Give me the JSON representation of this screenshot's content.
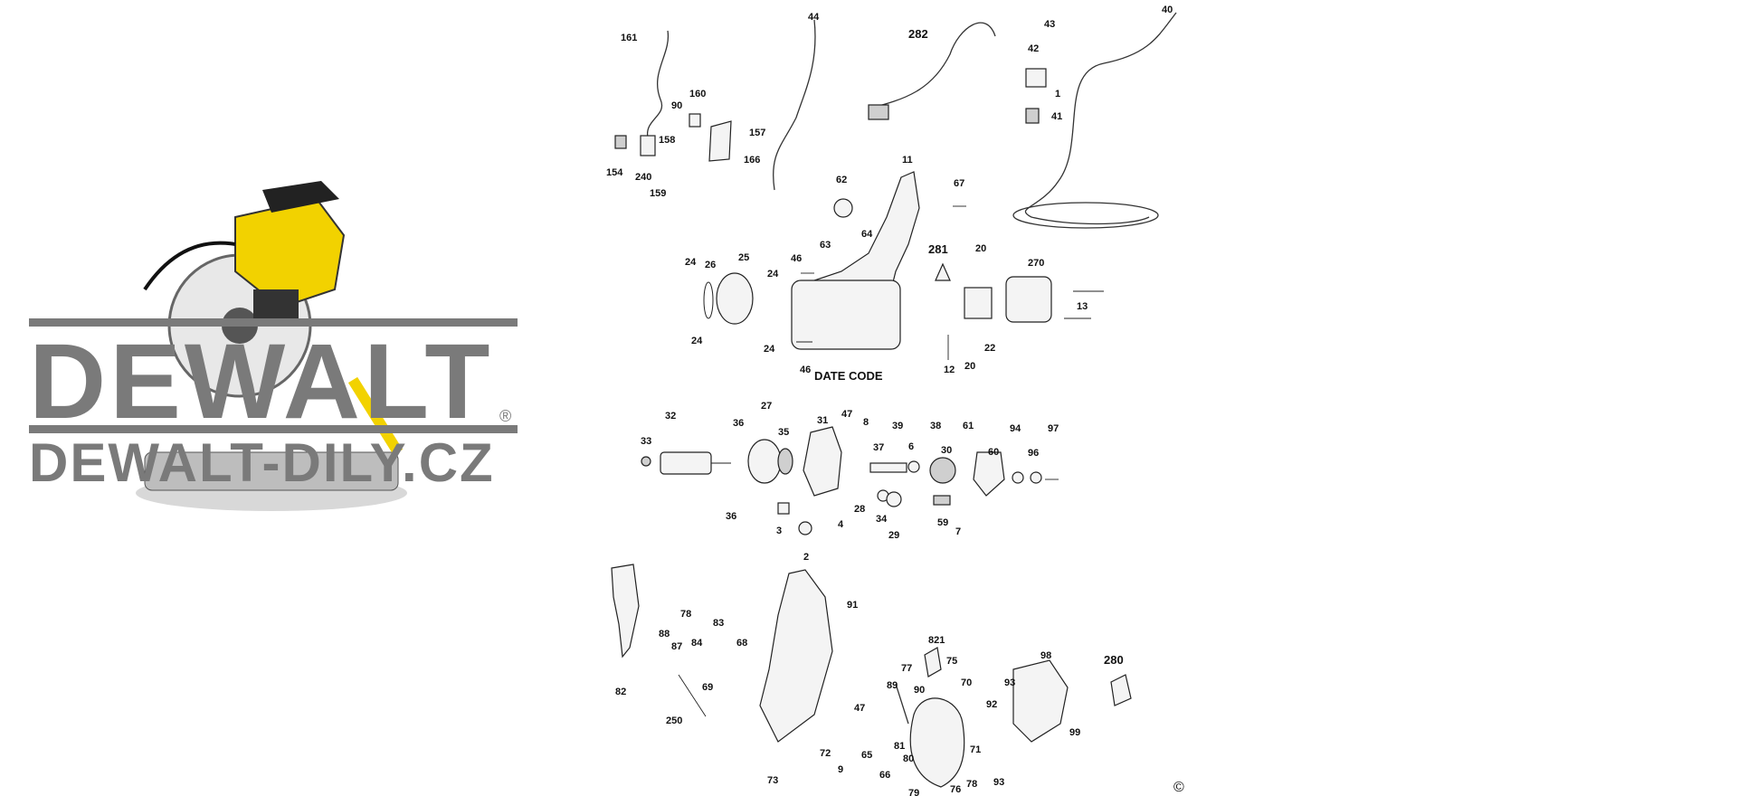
{
  "brand": {
    "logo_text": "DEWALT",
    "site_text": "DEWALT-DILY.CZ",
    "registered_mark": "®",
    "logo_color": "#7a7a7a",
    "tool_color": "#f2d200"
  },
  "diagram": {
    "date_code_label": "DATE CODE",
    "copyright": "©",
    "callouts": [
      {
        "id": "c161",
        "text": "161"
      },
      {
        "id": "c44",
        "text": "44"
      },
      {
        "id": "c282",
        "text": "282"
      },
      {
        "id": "c43",
        "text": "43"
      },
      {
        "id": "c40",
        "text": "40"
      },
      {
        "id": "c42",
        "text": "42"
      },
      {
        "id": "c1",
        "text": "1"
      },
      {
        "id": "c41",
        "text": "41"
      },
      {
        "id": "c160",
        "text": "160"
      },
      {
        "id": "c90a",
        "text": "90"
      },
      {
        "id": "c157",
        "text": "157"
      },
      {
        "id": "c158",
        "text": "158"
      },
      {
        "id": "c166",
        "text": "166"
      },
      {
        "id": "c154",
        "text": "154"
      },
      {
        "id": "c240",
        "text": "240"
      },
      {
        "id": "c159",
        "text": "159"
      },
      {
        "id": "c11",
        "text": "11"
      },
      {
        "id": "c62",
        "text": "62"
      },
      {
        "id": "c67",
        "text": "67"
      },
      {
        "id": "c64",
        "text": "64"
      },
      {
        "id": "c63",
        "text": "63"
      },
      {
        "id": "c281",
        "text": "281"
      },
      {
        "id": "c20a",
        "text": "20"
      },
      {
        "id": "c270",
        "text": "270"
      },
      {
        "id": "c24a",
        "text": "24"
      },
      {
        "id": "c26",
        "text": "26"
      },
      {
        "id": "c25",
        "text": "25"
      },
      {
        "id": "c24b",
        "text": "24"
      },
      {
        "id": "c46a",
        "text": "46"
      },
      {
        "id": "c13",
        "text": "13"
      },
      {
        "id": "c24c",
        "text": "24"
      },
      {
        "id": "c24d",
        "text": "24"
      },
      {
        "id": "c46b",
        "text": "46"
      },
      {
        "id": "c12",
        "text": "12"
      },
      {
        "id": "c20b",
        "text": "20"
      },
      {
        "id": "c22",
        "text": "22"
      },
      {
        "id": "c27",
        "text": "27"
      },
      {
        "id": "c32",
        "text": "32"
      },
      {
        "id": "c36a",
        "text": "36"
      },
      {
        "id": "c35",
        "text": "35"
      },
      {
        "id": "c31",
        "text": "31"
      },
      {
        "id": "c47a",
        "text": "47"
      },
      {
        "id": "c8",
        "text": "8"
      },
      {
        "id": "c39",
        "text": "39"
      },
      {
        "id": "c38",
        "text": "38"
      },
      {
        "id": "c61",
        "text": "61"
      },
      {
        "id": "c94",
        "text": "94"
      },
      {
        "id": "c97",
        "text": "97"
      },
      {
        "id": "c33",
        "text": "33"
      },
      {
        "id": "c37",
        "text": "37"
      },
      {
        "id": "c6",
        "text": "6"
      },
      {
        "id": "c30",
        "text": "30"
      },
      {
        "id": "c60",
        "text": "60"
      },
      {
        "id": "c96",
        "text": "96"
      },
      {
        "id": "c36b",
        "text": "36"
      },
      {
        "id": "c3",
        "text": "3"
      },
      {
        "id": "c4",
        "text": "4"
      },
      {
        "id": "c28",
        "text": "28"
      },
      {
        "id": "c34",
        "text": "34"
      },
      {
        "id": "c29",
        "text": "29"
      },
      {
        "id": "c59",
        "text": "59"
      },
      {
        "id": "c7",
        "text": "7"
      },
      {
        "id": "c2",
        "text": "2"
      },
      {
        "id": "c91",
        "text": "91"
      },
      {
        "id": "c78a",
        "text": "78"
      },
      {
        "id": "c88",
        "text": "88"
      },
      {
        "id": "c87",
        "text": "87"
      },
      {
        "id": "c84",
        "text": "84"
      },
      {
        "id": "c83",
        "text": "83"
      },
      {
        "id": "c68",
        "text": "68"
      },
      {
        "id": "c821",
        "text": "821"
      },
      {
        "id": "c75",
        "text": "75"
      },
      {
        "id": "c77",
        "text": "77"
      },
      {
        "id": "c98",
        "text": "98"
      },
      {
        "id": "c280",
        "text": "280"
      },
      {
        "id": "c82",
        "text": "82"
      },
      {
        "id": "c69",
        "text": "69"
      },
      {
        "id": "c89",
        "text": "89"
      },
      {
        "id": "c90b",
        "text": "90"
      },
      {
        "id": "c70",
        "text": "70"
      },
      {
        "id": "c93a",
        "text": "93"
      },
      {
        "id": "c92",
        "text": "92"
      },
      {
        "id": "c99",
        "text": "99"
      },
      {
        "id": "c250",
        "text": "250"
      },
      {
        "id": "c47b",
        "text": "47"
      },
      {
        "id": "c81",
        "text": "81"
      },
      {
        "id": "c72",
        "text": "72"
      },
      {
        "id": "c65",
        "text": "65"
      },
      {
        "id": "c71",
        "text": "71"
      },
      {
        "id": "c9",
        "text": "9"
      },
      {
        "id": "c80",
        "text": "80"
      },
      {
        "id": "c66",
        "text": "66"
      },
      {
        "id": "c78b",
        "text": "78"
      },
      {
        "id": "c73",
        "text": "73"
      },
      {
        "id": "c76",
        "text": "76"
      },
      {
        "id": "c93b",
        "text": "93"
      },
      {
        "id": "c79",
        "text": "79"
      }
    ]
  }
}
